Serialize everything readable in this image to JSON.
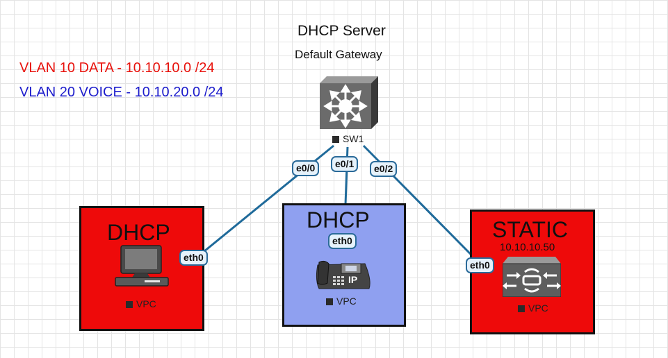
{
  "legend": {
    "vlan10": "VLAN 10 DATA - 10.10.10.0 /24",
    "vlan20": "VLAN 20 VOICE - 10.10.20.0 /24"
  },
  "switch": {
    "title": "DHCP Server",
    "subtitle": "Default Gateway",
    "name": "SW1",
    "ports": [
      "e0/0",
      "e0/1",
      "e0/2"
    ]
  },
  "hosts": [
    {
      "mode": "DHCP",
      "name": "VPC",
      "port": "eth0",
      "icon": "pc-icon"
    },
    {
      "mode": "DHCP",
      "name": "VPC",
      "port": "eth0",
      "icon": "ip-phone-icon"
    },
    {
      "mode": "STATIC",
      "ip": "10.10.10.50",
      "name": "VPC",
      "port": "eth0",
      "icon": "router-icon"
    }
  ],
  "colors": {
    "vlan10": "#e8120c",
    "vlan20": "#1c1ccc",
    "box_red": "#ee0a0a",
    "box_blue": "#8fa0f0",
    "link": "#1f6a9a"
  }
}
